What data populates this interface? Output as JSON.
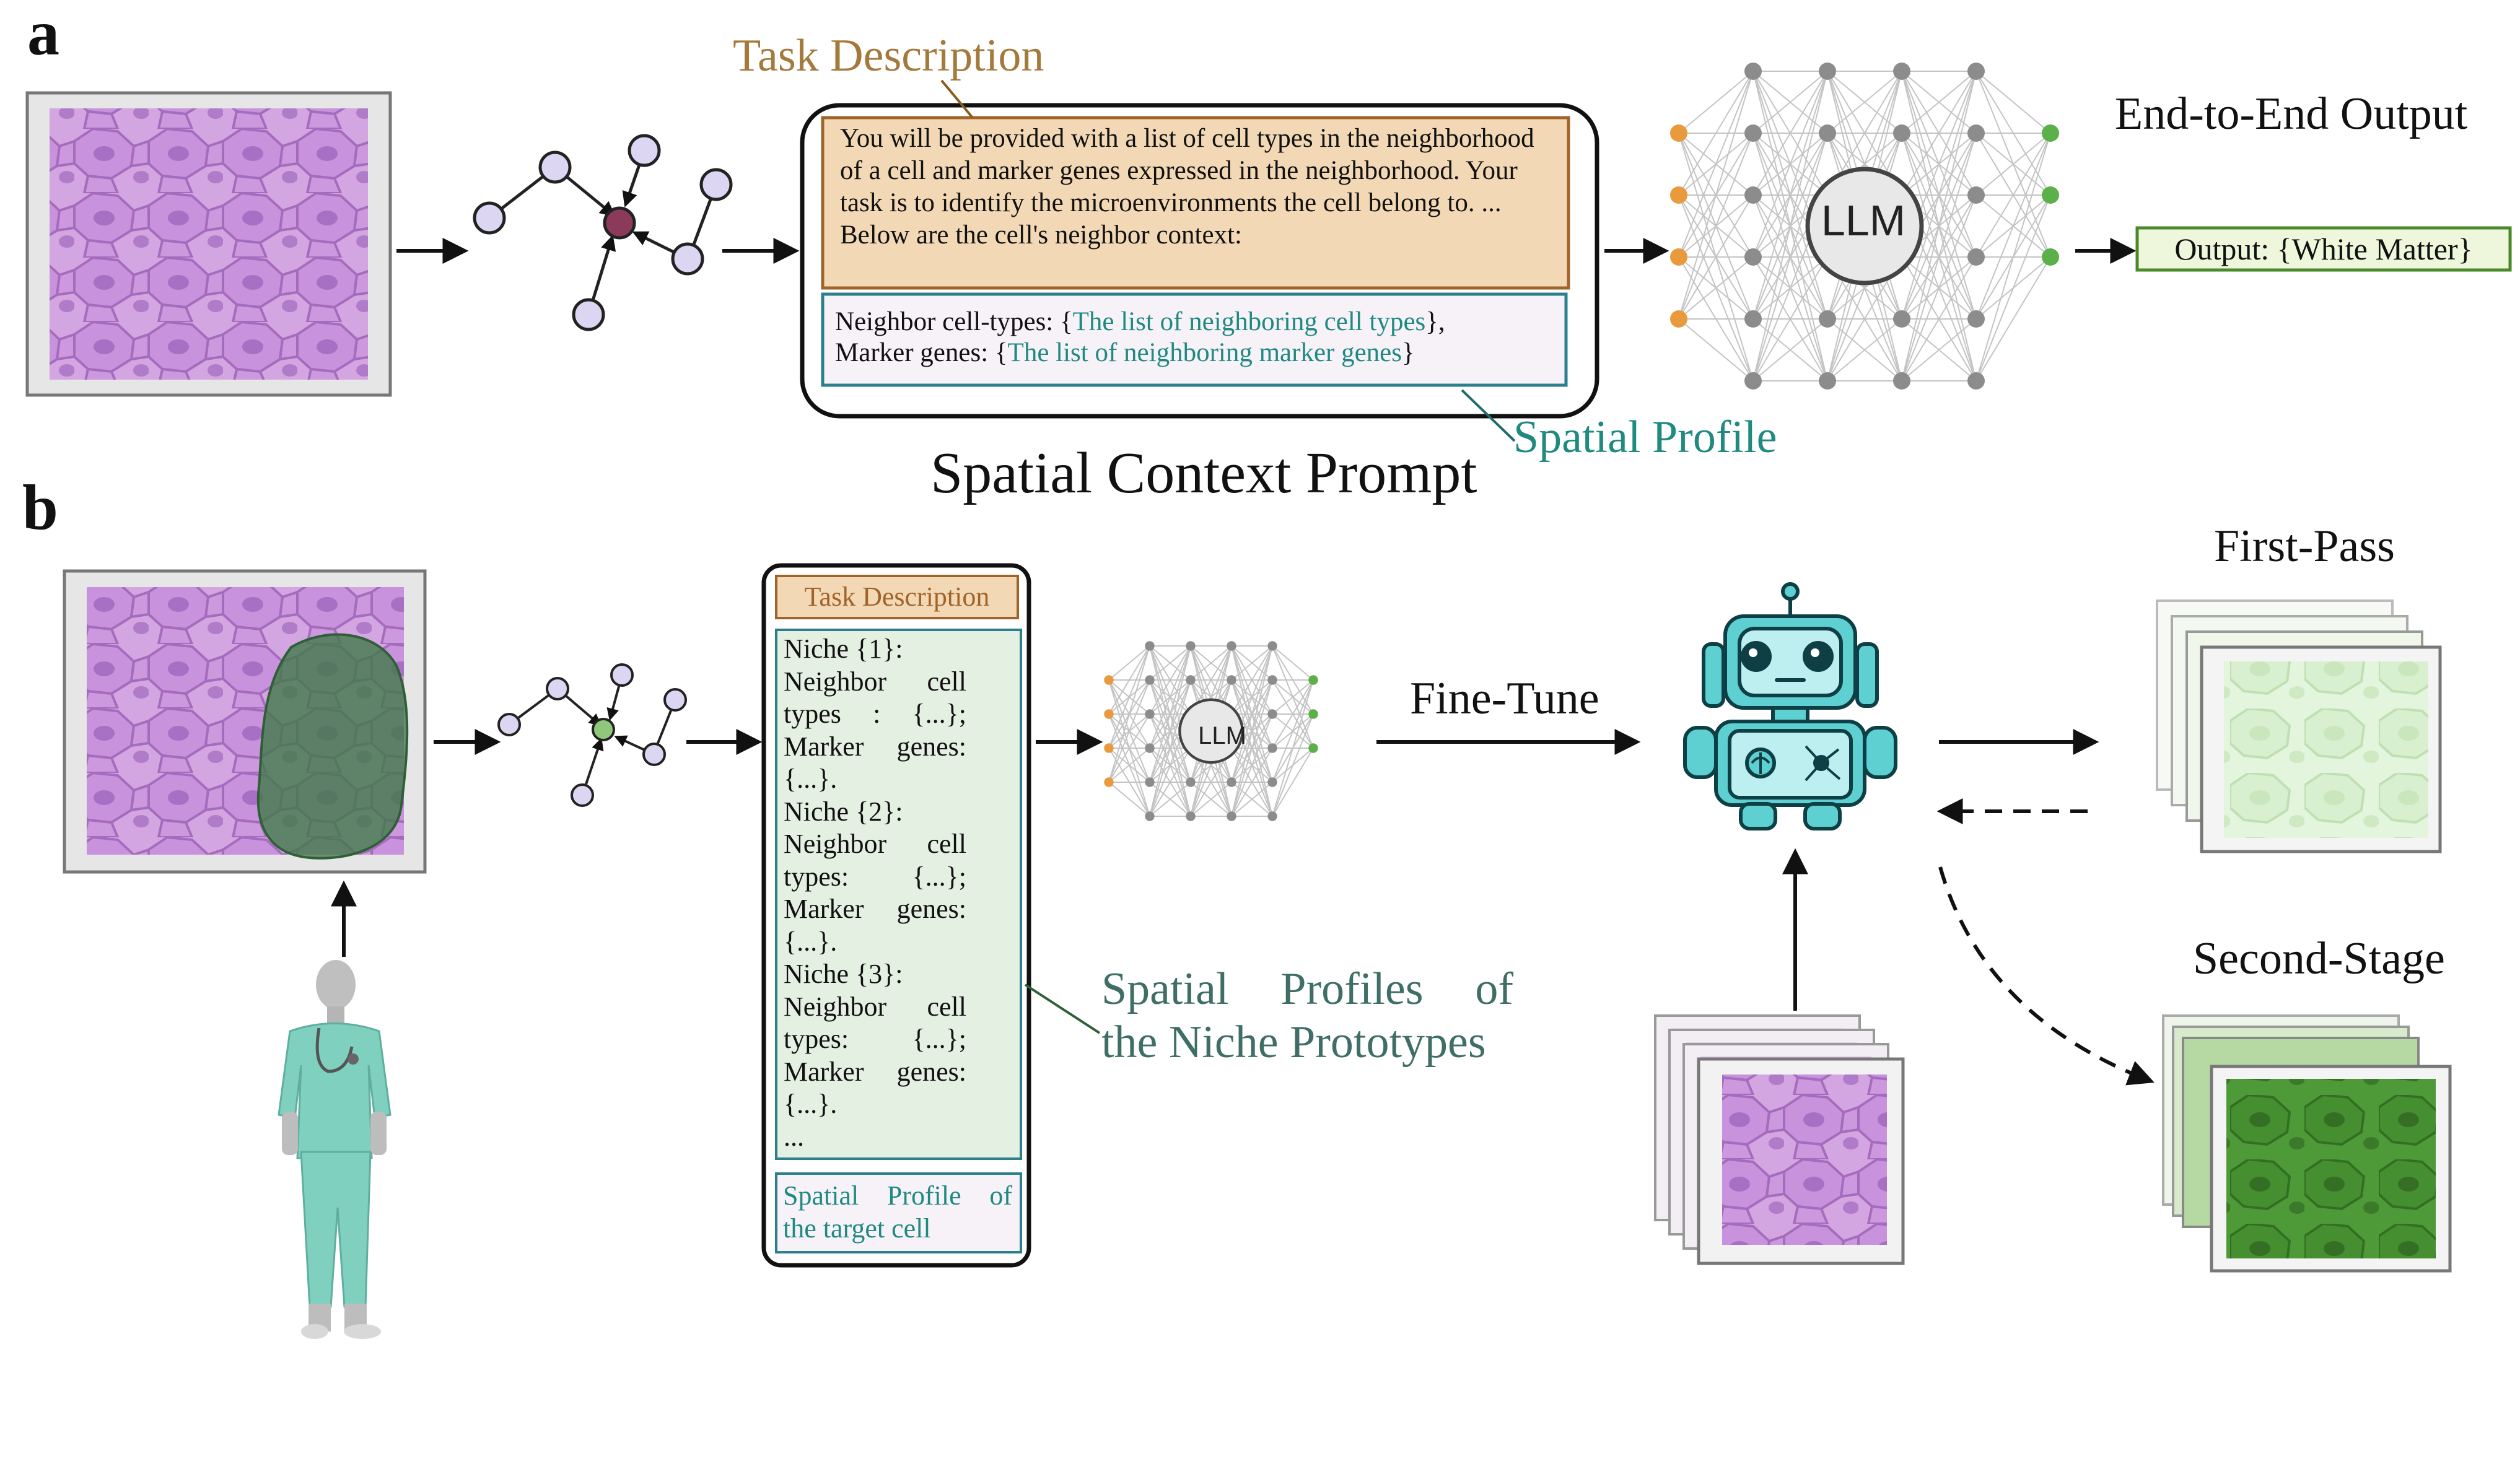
{
  "panel_a": {
    "letter": "a",
    "task_description_label": "Task Description",
    "prompt_text": "You will be provided with a list of cell types in the neighborhood of a cell and marker genes expressed in the neighborhood. Your task is to identify the microenvironments the cell belong to. ... Below are the cell's neighbor context:",
    "neighbor_prefix": "Neighbor cell-types: {",
    "neighbor_teal": "The list of neighboring cell types",
    "neighbor_suffix": "},",
    "marker_prefix": "Marker genes: {",
    "marker_teal": "The list of neighboring marker genes",
    "marker_suffix": "}",
    "spatial_profile_label": "Spatial Profile",
    "prompt_title": "Spatial Context Prompt",
    "llm_label": "LLM",
    "output_title": "End-to-End Output",
    "output_box": "Output: {White Matter}"
  },
  "panel_b": {
    "letter": "b",
    "task_description_label": "Task Description",
    "niche_lines": [
      "Niche {1}:",
      "Neighbor cell",
      "types : {...};",
      "Marker genes:",
      "{...}.",
      "Niche {2}:",
      "Neighbor cell",
      "types: {...};",
      "Marker genes:",
      "{...}.",
      "Niche {3}:",
      "Neighbor cell",
      "types: {...};",
      "Marker genes:",
      "{...}.",
      "..."
    ],
    "target_profile_line1": "Spatial Profile of",
    "target_profile_line2": "the target cell",
    "niche_profiles_line1": "Spatial Profiles of",
    "niche_profiles_line2": "the Niche Prototypes",
    "llm_label": "LLM",
    "fine_tune_label": "Fine-Tune",
    "first_pass_label": "First-Pass",
    "second_stage_label": "Second-Stage"
  },
  "colors": {
    "tissue_purple": "#cfa3e0",
    "task_box_fill": "#f2d6b4",
    "task_box_stroke": "#a0642a",
    "teal_text": "#1f8a80",
    "output_box_fill": "#eef7dc",
    "output_box_stroke": "#4a8a2a",
    "niche_box_fill": "#e3efe1",
    "niche_box_stroke": "#2c7f8c",
    "robot_teal": "#5fd0d2",
    "first_pass_green": "#dff2d5",
    "second_stage_green": "#4e9a36",
    "node_orange": "#e89a3c",
    "node_green": "#5cb04a",
    "node_gray": "#8c8c8c"
  },
  "icons": [
    "tissue-patch",
    "cell-graph-icon",
    "neural-network-llm-icon",
    "robot-icon",
    "clinician-icon",
    "stacked-tissue-slides-icon"
  ]
}
